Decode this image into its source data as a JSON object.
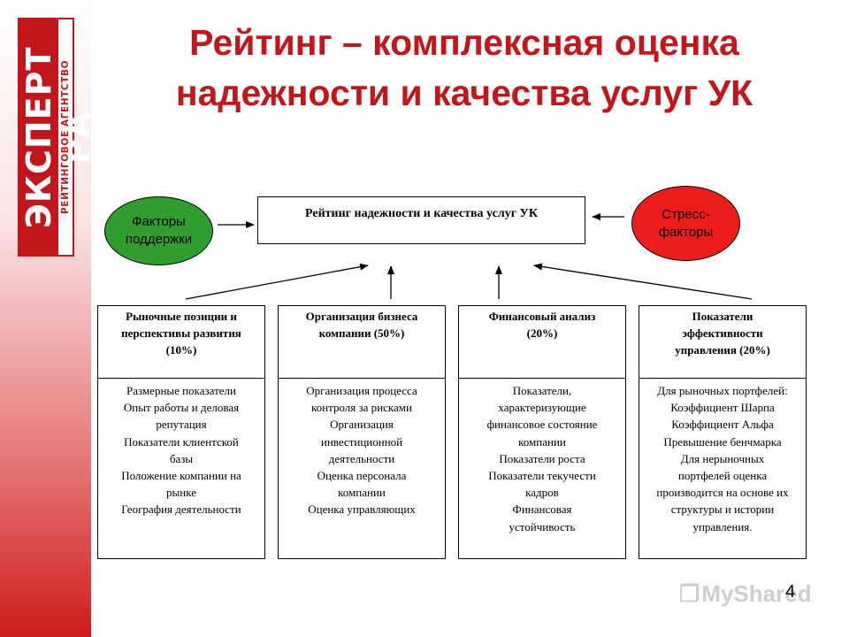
{
  "logo": {
    "main": "ЭКСПЕРТ РА",
    "sub": "РЕЙТИНГОВОЕ АГЕНТСТВО"
  },
  "title": {
    "line1": "Рейтинг – комплексная оценка",
    "line2": "надежности и качества услуг УК"
  },
  "support": {
    "line1": "Факторы",
    "line2": "поддержки"
  },
  "stress": {
    "line1": "Стресс-",
    "line2": "факторы"
  },
  "main_box": "Рейтинг надежности и качества услуг УК",
  "columns": [
    {
      "head": [
        "Рыночные позиции и",
        "перспективы развития",
        "(10%)"
      ],
      "body": [
        "Размерные показатели",
        "Опыт работы и деловая",
        "репутация",
        "Показатели клиентской",
        "базы",
        "Положение компании на",
        "рынке",
        "География деятельности"
      ]
    },
    {
      "head": [
        "Организация бизнеса",
        "компании (50%)"
      ],
      "body": [
        "Организация процесса",
        "контроля за рисками",
        "Организация",
        "инвестиционной",
        "деятельности",
        "Оценка персонала",
        "компании",
        "Оценка управляющих"
      ]
    },
    {
      "head": [
        "Финансовый анализ",
        "(20%)"
      ],
      "body": [
        "Показатели,",
        "характеризующие",
        "финансовое состояние",
        "компании",
        "Показатели роста",
        "Показатели текучести",
        "кадров",
        "Финансовая",
        "устойчивость"
      ]
    },
    {
      "head": [
        "Показатели",
        "эффективности",
        "управления (20%)"
      ],
      "body": [
        "Для рыночных портфелей:",
        "Коэффициент Шарпа",
        "Коэффициент Альфа",
        "Превышение бенчмарка",
        "Для нерыночных",
        "портфелей оценка",
        "производится на основе их",
        "структуры и истории",
        "управления."
      ]
    }
  ],
  "page_number": "4",
  "watermark": "MyShared"
}
